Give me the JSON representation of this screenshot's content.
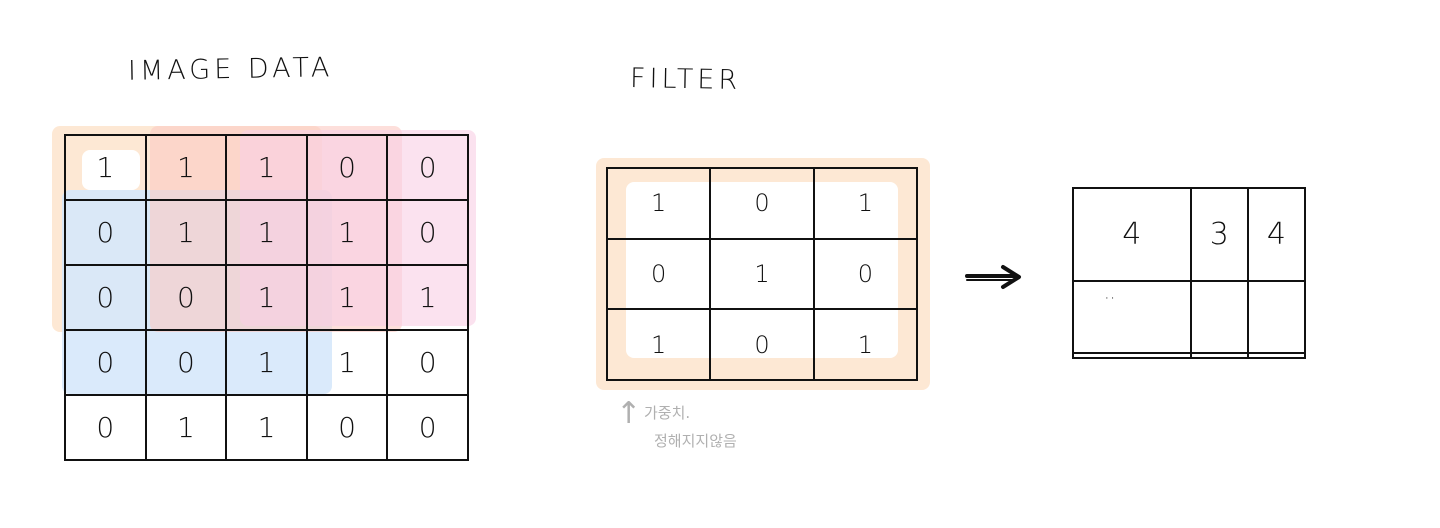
{
  "image_data": {
    "title": "IMAGE DATA",
    "rows": [
      [
        "1",
        "1",
        "1",
        "0",
        "0"
      ],
      [
        "0",
        "1",
        "1",
        "1",
        "0"
      ],
      [
        "0",
        "0",
        "1",
        "1",
        "1"
      ],
      [
        "0",
        "0",
        "1",
        "1",
        "0"
      ],
      [
        "0",
        "1",
        "1",
        "0",
        "0"
      ]
    ],
    "highlight_colors": [
      "#fde4cc",
      "#d6e8fb",
      "#fbd0cc",
      "#fad7ea"
    ]
  },
  "filter": {
    "title": "FILTER",
    "rows": [
      [
        "1",
        "0",
        "1"
      ],
      [
        "0",
        "1",
        "0"
      ],
      [
        "1",
        "0",
        "1"
      ]
    ],
    "highlight_color": "#fde4cc"
  },
  "output": {
    "rows": [
      [
        "4",
        "3",
        "4"
      ],
      [
        "··",
        "",
        ""
      ],
      [
        "",
        "",
        ""
      ]
    ]
  },
  "arrow_icon": "arrow-right-icon",
  "note": {
    "arrow": "↑",
    "line1": "가중치.",
    "line2": "정해지지않음"
  }
}
